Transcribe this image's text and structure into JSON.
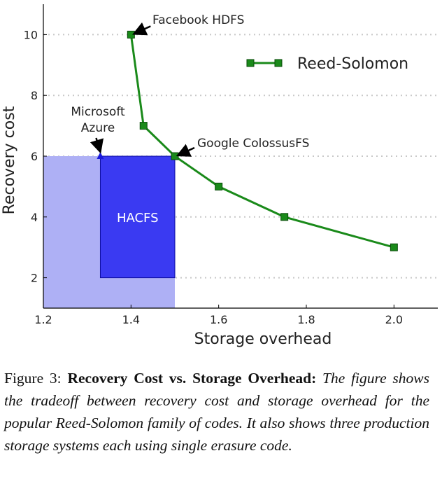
{
  "chart_data": {
    "type": "line",
    "xlabel": "Storage overhead",
    "ylabel": "Recovery cost",
    "xlim": [
      1.2,
      2.1
    ],
    "ylim": [
      1,
      11
    ],
    "x_ticks": [
      "1.2",
      "1.4",
      "1.6",
      "1.8",
      "2.0"
    ],
    "y_ticks": [
      "2",
      "4",
      "6",
      "8",
      "10"
    ],
    "grid": "horizontal dotted",
    "legend_position": "top-right",
    "series": [
      {
        "name": "Reed-Solomon",
        "color": "#1a8a1a",
        "marker": "square",
        "x": [
          1.4,
          1.4286,
          1.5,
          1.6,
          1.75,
          2.0
        ],
        "y": [
          10,
          7,
          6,
          5,
          4,
          3
        ]
      }
    ],
    "regions": [
      {
        "label": "",
        "x": [
          1.2,
          1.5
        ],
        "y": [
          1,
          6
        ],
        "color": "#aeb0f5"
      },
      {
        "label": "HACFS",
        "x": [
          1.33,
          1.5
        ],
        "y": [
          2,
          6
        ],
        "color": "#3a3af2"
      }
    ],
    "annotations": [
      {
        "text": "Facebook HDFS",
        "x": 1.4,
        "y": 10
      },
      {
        "text": "Microsoft\nAzure",
        "x": 1.33,
        "y": 6
      },
      {
        "text": "Google ColossusFS",
        "x": 1.5,
        "y": 6
      }
    ],
    "special_points": [
      {
        "x": 1.33,
        "y": 6,
        "marker": "triangle",
        "color": "#1a1adb"
      }
    ]
  },
  "caption": {
    "prefix": "Figure 3: ",
    "bold": "Recovery Cost vs. Storage Overhead:",
    "italic": " The figure shows the tradeoff between recovery cost and storage overhead for the popular Reed-Solomon family of codes. It also shows three production storage systems each using single erasure code."
  }
}
